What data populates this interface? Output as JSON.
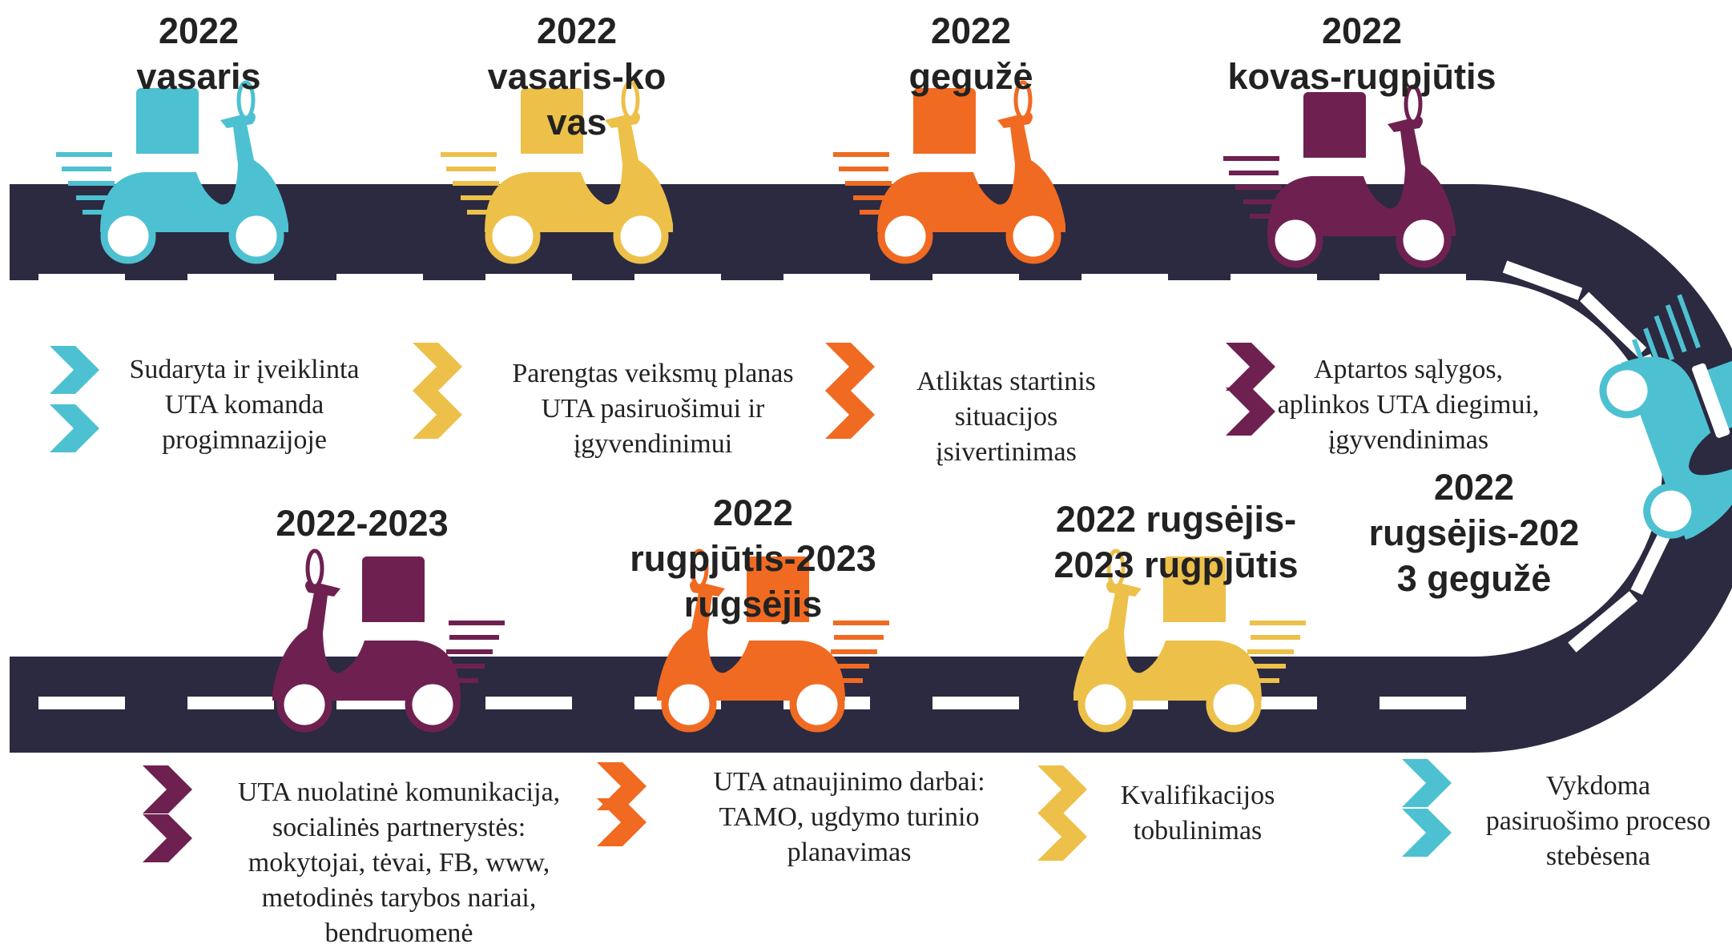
{
  "colors": {
    "road": "#2B2A40",
    "lane": "#FFFFFF",
    "teal": "#4DC1D1",
    "yellow": "#EDC04A",
    "orange": "#F06A22",
    "purple": "#6E2150",
    "text": "#222222"
  },
  "milestones": [
    {
      "date": "2022\nvasaris",
      "text": "Sudaryta ir įveiklinta\nUTA komanda\nprogimnazijoje",
      "color": "teal",
      "row": "top"
    },
    {
      "date": "2022\nvasaris-ko\nvas",
      "text": "Parengtas veiksmų planas\nUTA pasiruošimui ir\nįgyvendinimui",
      "color": "yellow",
      "row": "top"
    },
    {
      "date": "2022\ngegužė",
      "text": "Atliktas startinis\nsituacijos\nįsivertinimas",
      "color": "orange",
      "row": "top"
    },
    {
      "date": "2022\nkovas-rugpjūtis",
      "text": "Aptartos sąlygos,\naplinkos UTA diegimui,\nįgyvendinimas",
      "color": "purple",
      "row": "top"
    },
    {
      "date": "2022\nrugsėjis-202\n3 gegužė",
      "text": "Vykdoma\npasiruošimo proceso\nstebėsena",
      "color": "teal",
      "row": "curve"
    },
    {
      "date": "2022 rugsėjis-\n2023 rugpjūtis",
      "text": "Kvalifikacijos\ntobulinimas",
      "color": "yellow",
      "row": "bottom"
    },
    {
      "date": "2022\nrugpjūtis-2023\nrugsėjis",
      "text": "UTA atnaujinimo darbai:\nTAMO, ugdymo turinio\nplanavimas",
      "color": "orange",
      "row": "bottom"
    },
    {
      "date": "2022-2023",
      "text": "UTA nuolatinė komunikacija,\nsocialinės partnerystės:\nmokytojai, tėvai, FB, www,\nmetodinės tarybos nariai,\nbendruomenė",
      "color": "purple",
      "row": "bottom"
    }
  ]
}
